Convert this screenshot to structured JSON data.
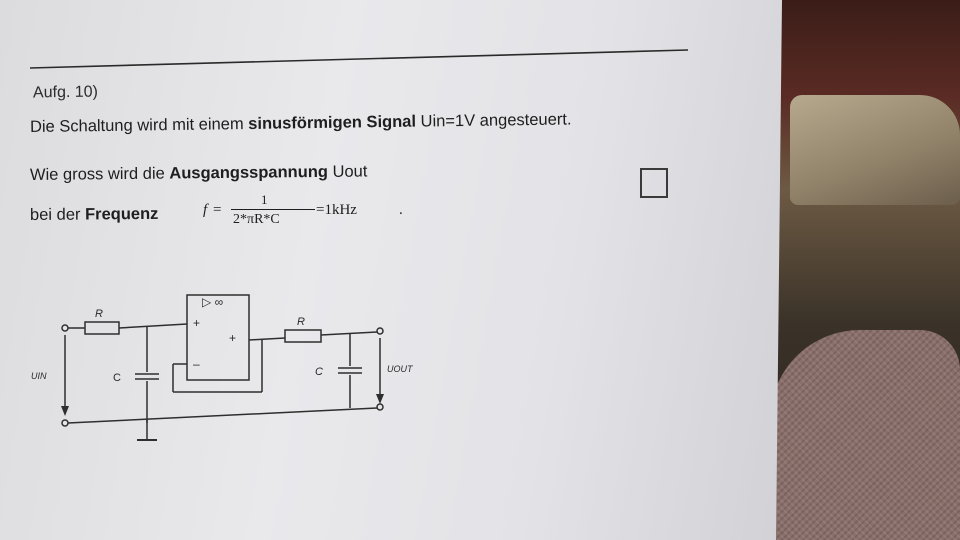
{
  "heading": "Aufg. 10)",
  "task": {
    "line1_a": "Die Schaltung wird mit einem ",
    "line1_b": "sinusförmigen Signal",
    "line1_c": " Uin=1V angesteuert.",
    "line2_a": "Wie gross wird die ",
    "line2_b": "Ausgangsspannung",
    "line2_c": " Uout",
    "line3_a": "bei der ",
    "line3_b": "Frequenz"
  },
  "formula": {
    "symbol": "f",
    "equals": "=",
    "numerator": "1",
    "denominator": "2*πR*C",
    "result": "=1kHz",
    "trailing": "."
  },
  "circuit": {
    "label_r1": "R",
    "label_r2": "R",
    "label_c1": "C",
    "label_c2": "C",
    "label_uin": "UIN",
    "label_uout": "UOUT",
    "opamp_symbol": "▷ ∞",
    "plus1": "+",
    "plus2": "+",
    "minus": "–"
  }
}
